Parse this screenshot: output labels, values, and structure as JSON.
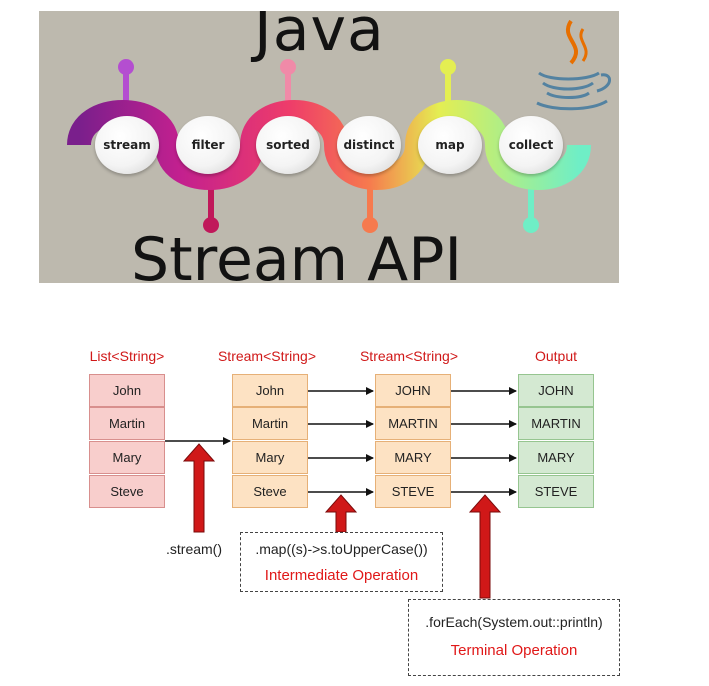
{
  "banner": {
    "title_top": "Java",
    "title_bottom": "Stream API",
    "logo_icon": "java-coffee-cup-icon",
    "operations": [
      "stream",
      "filter",
      "sorted",
      "distinct",
      "map",
      "collect"
    ]
  },
  "diagram": {
    "columns": [
      {
        "header": "List<String>",
        "items": [
          "John",
          "Martin",
          "Mary",
          "Steve"
        ],
        "color": "#f8cecc"
      },
      {
        "header": "Stream<String>",
        "items": [
          "John",
          "Martin",
          "Mary",
          "Steve"
        ],
        "color": "#fde2c3"
      },
      {
        "header": "Stream<String>",
        "items": [
          "JOHN",
          "MARTIN",
          "MARY",
          "STEVE"
        ],
        "color": "#fde2c3"
      },
      {
        "header": "Output",
        "items": [
          "JOHN",
          "MARTIN",
          "MARY",
          "STEVE"
        ],
        "color": "#d4e9d2"
      }
    ],
    "stream_call": ".stream()",
    "intermediate": {
      "code": ".map((s)->s.toUpperCase())",
      "label": "Intermediate Operation"
    },
    "terminal": {
      "code": ".forEach(System.out::println)",
      "label": "Terminal Operation"
    },
    "accent_color": "#d01818"
  }
}
